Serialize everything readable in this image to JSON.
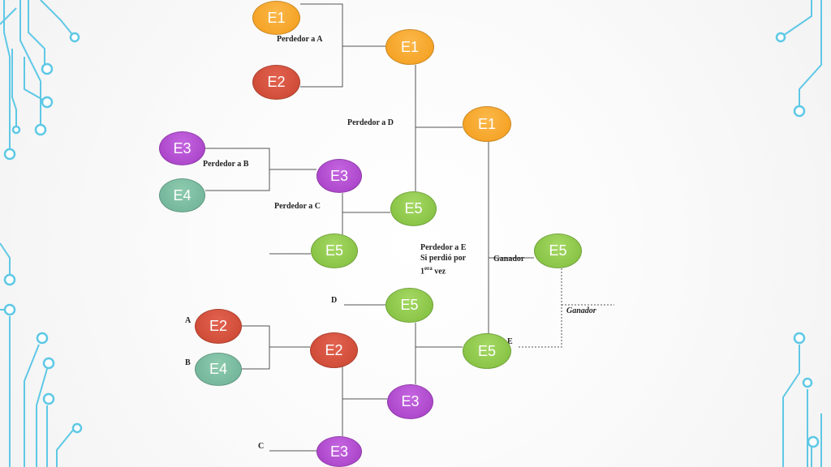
{
  "nodes": {
    "e1_top": "E1",
    "e2_top": "E2",
    "e1_mid": "E1",
    "e1_final": "E1",
    "e3_upper": "E3",
    "e4_upper": "E4",
    "e3_mid": "E3",
    "e5_mid": "E5",
    "e5_left": "E5",
    "e5_winner": "E5",
    "e5_lower": "E5",
    "e2_lower": "E2",
    "e4_lower": "E4",
    "e2_mid": "E2",
    "e5_final": "E5",
    "e3_lower": "E3",
    "e3_bottom": "E3"
  },
  "labels": {
    "loser_a": "Perdedor a A",
    "loser_d": "Perdedor a D",
    "loser_b": "Perdedor a B",
    "loser_c": "Perdedor a C",
    "loser_e_line1": "Perdedor a E",
    "loser_e_line2": "Si perdió por",
    "loser_e_line3_num": "1",
    "loser_e_line3_sup": "era",
    "loser_e_line3_rest": " vez",
    "winner": "Ganador",
    "winner_italic": "Ganador",
    "slot_d": "D",
    "slot_a": "A",
    "slot_b": "B",
    "slot_e": "E",
    "slot_c": "C"
  },
  "colors": {
    "orange": "#f39c19",
    "red": "#c9452f",
    "purple": "#a43cc4",
    "teal": "#6cb096",
    "green": "#7fbd3b",
    "circuit": "#5ec8e6"
  }
}
